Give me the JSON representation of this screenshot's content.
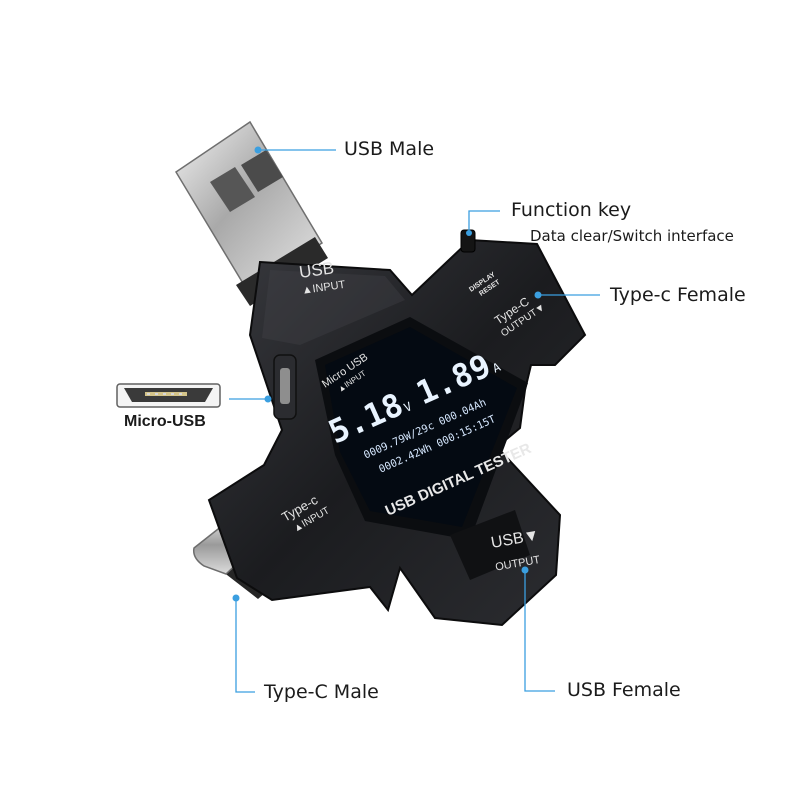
{
  "callouts": {
    "usb_male": "USB Male",
    "function_key": "Function key",
    "function_key_sub": "Data clear/Switch interface",
    "type_c_female": "Type-c Female",
    "micro_usb_port": "Micro-USB",
    "type_c_male": "Type-C Male",
    "usb_female": "USB Female"
  },
  "device": {
    "brand_text": "USB DIGITAL TESTER",
    "port_labels": {
      "usb_input_top": "USB",
      "usb_input_bottom": "▲INPUT",
      "micro_usb_top": "Micro USB",
      "micro_usb_bottom": "▲INPUT",
      "type_c_output_top": "Type-C",
      "type_c_output_bottom": "OUTPUT▼",
      "type_c_input_top": "Type-c",
      "type_c_input_bottom": "▲INPUT",
      "usb_output_top": "USB▼",
      "usb_output_bottom": "OUTPUT"
    },
    "button_labels": {
      "display": "DISPLAY",
      "reset": "RESET"
    },
    "screen": {
      "voltage": "5.18",
      "voltage_unit": "V",
      "current": "1.89",
      "current_unit": "A",
      "line1": "0009.79W/29c 000.04Ah",
      "line2": "0002.42Wh  000:15:15T"
    }
  },
  "colors": {
    "leader_line": "#3b9fe0",
    "device_body": "#1e1f22",
    "screen_bg": "#040a12",
    "screen_text": "#e9f4ff"
  }
}
